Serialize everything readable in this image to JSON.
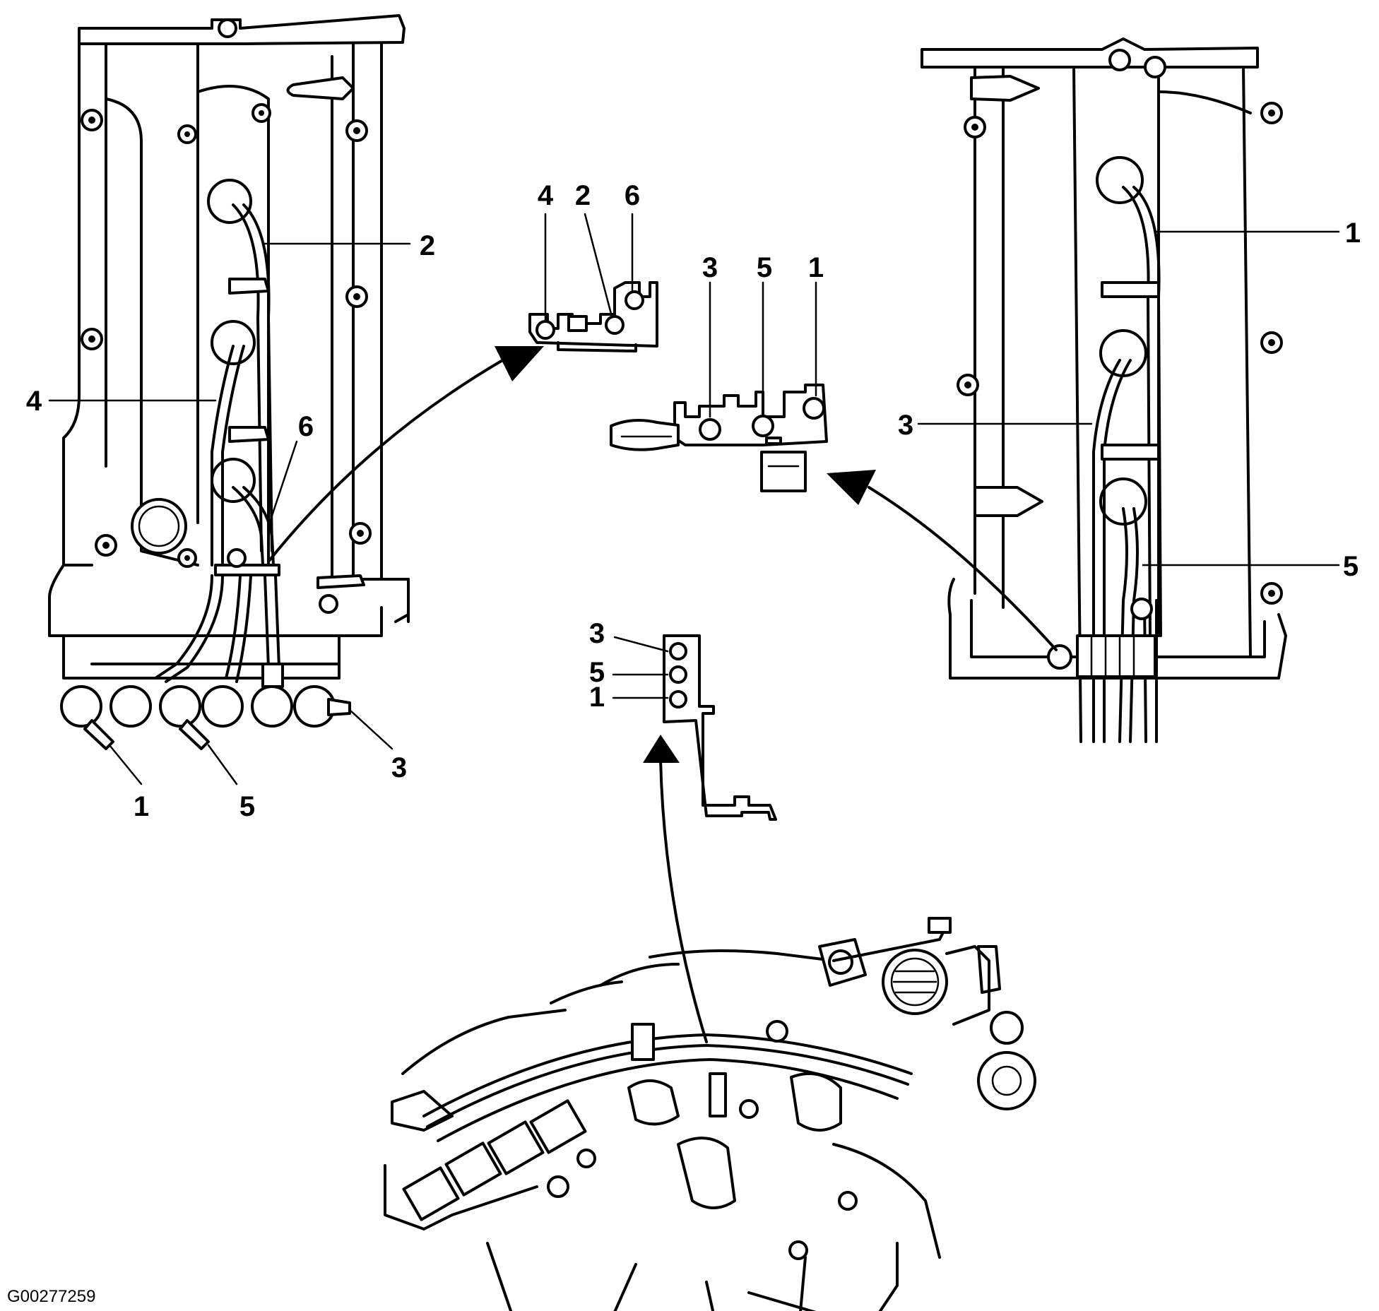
{
  "figure_code": "G00277259",
  "callouts": {
    "left_head": {
      "c2": "2",
      "c4": "4",
      "c6": "6",
      "c1": "1",
      "c5": "5",
      "c3": "3"
    },
    "left_clamp": {
      "c4": "4",
      "c2": "2",
      "c6": "6"
    },
    "right_clamp": {
      "c3": "3",
      "c5": "5",
      "c1": "1"
    },
    "right_head": {
      "c1": "1",
      "c3": "3",
      "c5": "5"
    },
    "bracket": {
      "c3": "3",
      "c5": "5",
      "c1": "1"
    }
  }
}
